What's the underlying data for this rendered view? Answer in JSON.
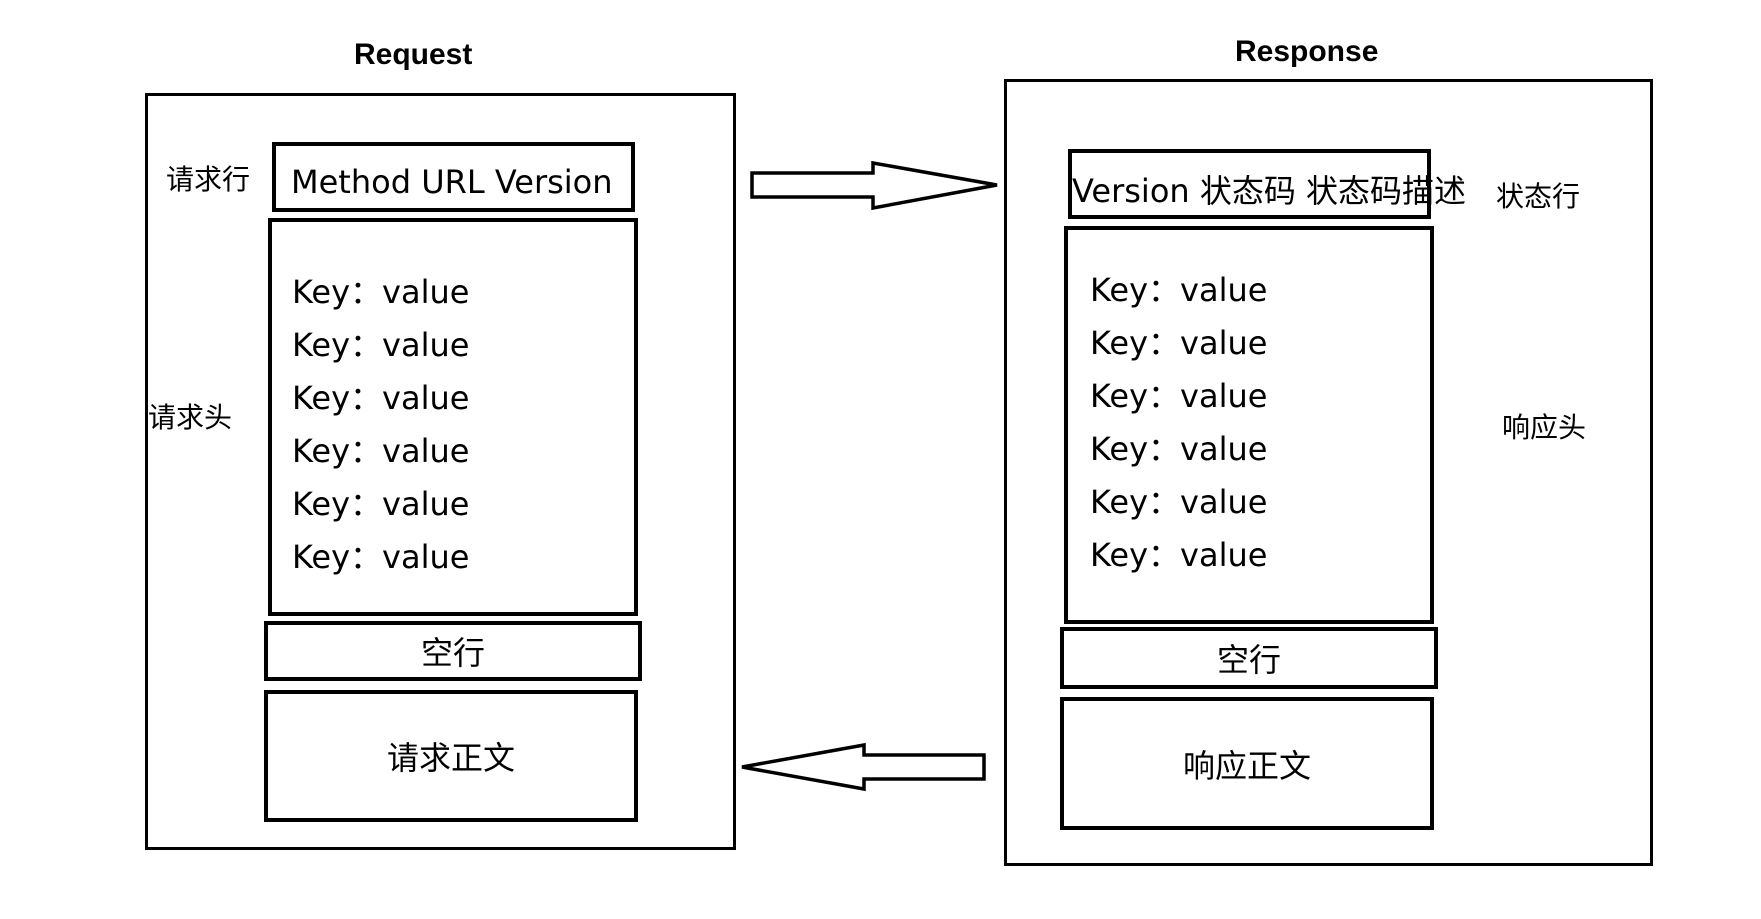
{
  "request": {
    "title": "Request",
    "start_line_label": "请求行",
    "start_line": "Method  URL Version",
    "headers_label": "请求头",
    "headers": [
      "Key：value",
      "Key：value",
      "Key：value",
      "Key：value",
      "Key：value",
      "Key：value"
    ],
    "blank_line": "空行",
    "body": "请求正文"
  },
  "response": {
    "title": "Response",
    "status_line": "Version 状态码 状态码描述",
    "status_line_label": "状态行",
    "headers_label": "响应头",
    "headers": [
      "Key：value",
      "Key：value",
      "Key：value",
      "Key：value",
      "Key：value",
      "Key：value"
    ],
    "blank_line": "空行",
    "body": "响应正文"
  }
}
